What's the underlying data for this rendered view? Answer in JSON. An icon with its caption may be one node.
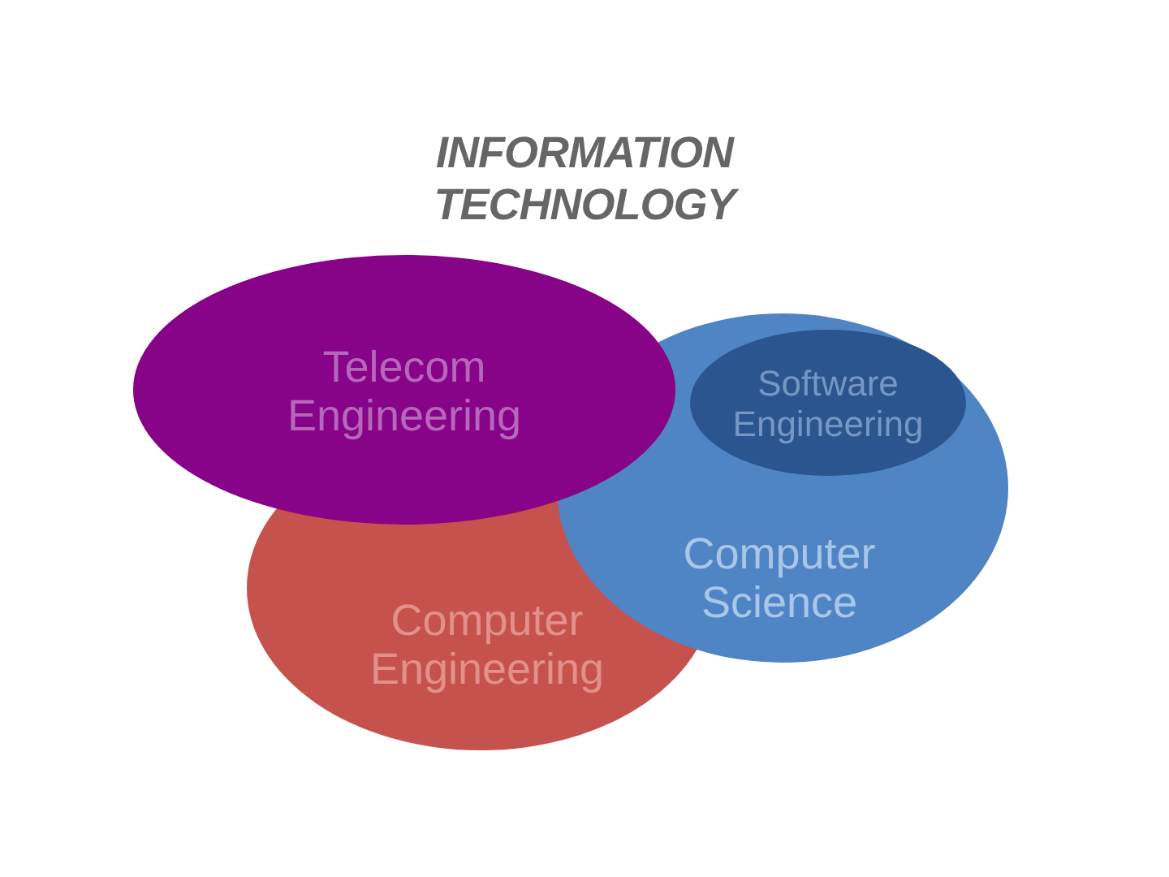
{
  "diagram": {
    "title": "INFORMATION TECHNOLOGY",
    "nodes": [
      {
        "text": [
          "Telecom Engineering"
        ]
      },
      {
        "text": [
          "Computer Science"
        ]
      },
      {
        "text": [
          "Software Engineering"
        ],
        "in": 1
      },
      {
        "text": [
          "Computer Engineering"
        ]
      }
    ]
  }
}
